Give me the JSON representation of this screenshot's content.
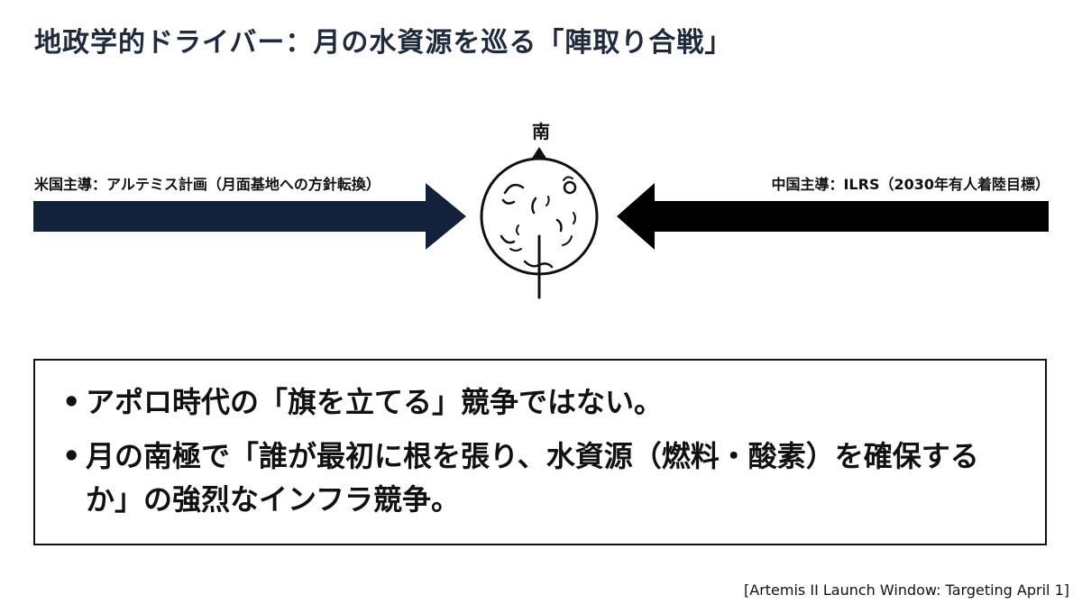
{
  "title": "地政学的ドライバー：月の水資源を巡る「陣取り合戦」",
  "diagram": {
    "left_label": "米国主導：アルテミス計画（月面基地への方針転換）",
    "right_label": "中国主導：ILRS（2030年有人着陸目標）",
    "moon_marker": "南",
    "colors": {
      "left_arrow": "#14213a",
      "right_arrow": "#000000",
      "moon_stroke": "#111111"
    }
  },
  "bullets": [
    "アポロ時代の「旗を立てる」競争ではない。",
    "月の南極で「誰が最初に根を張り、水資源（燃料・酸素）を確保するか」の強烈なインフラ競争。"
  ],
  "footnote": "[Artemis II Launch Window: Targeting April 1]"
}
